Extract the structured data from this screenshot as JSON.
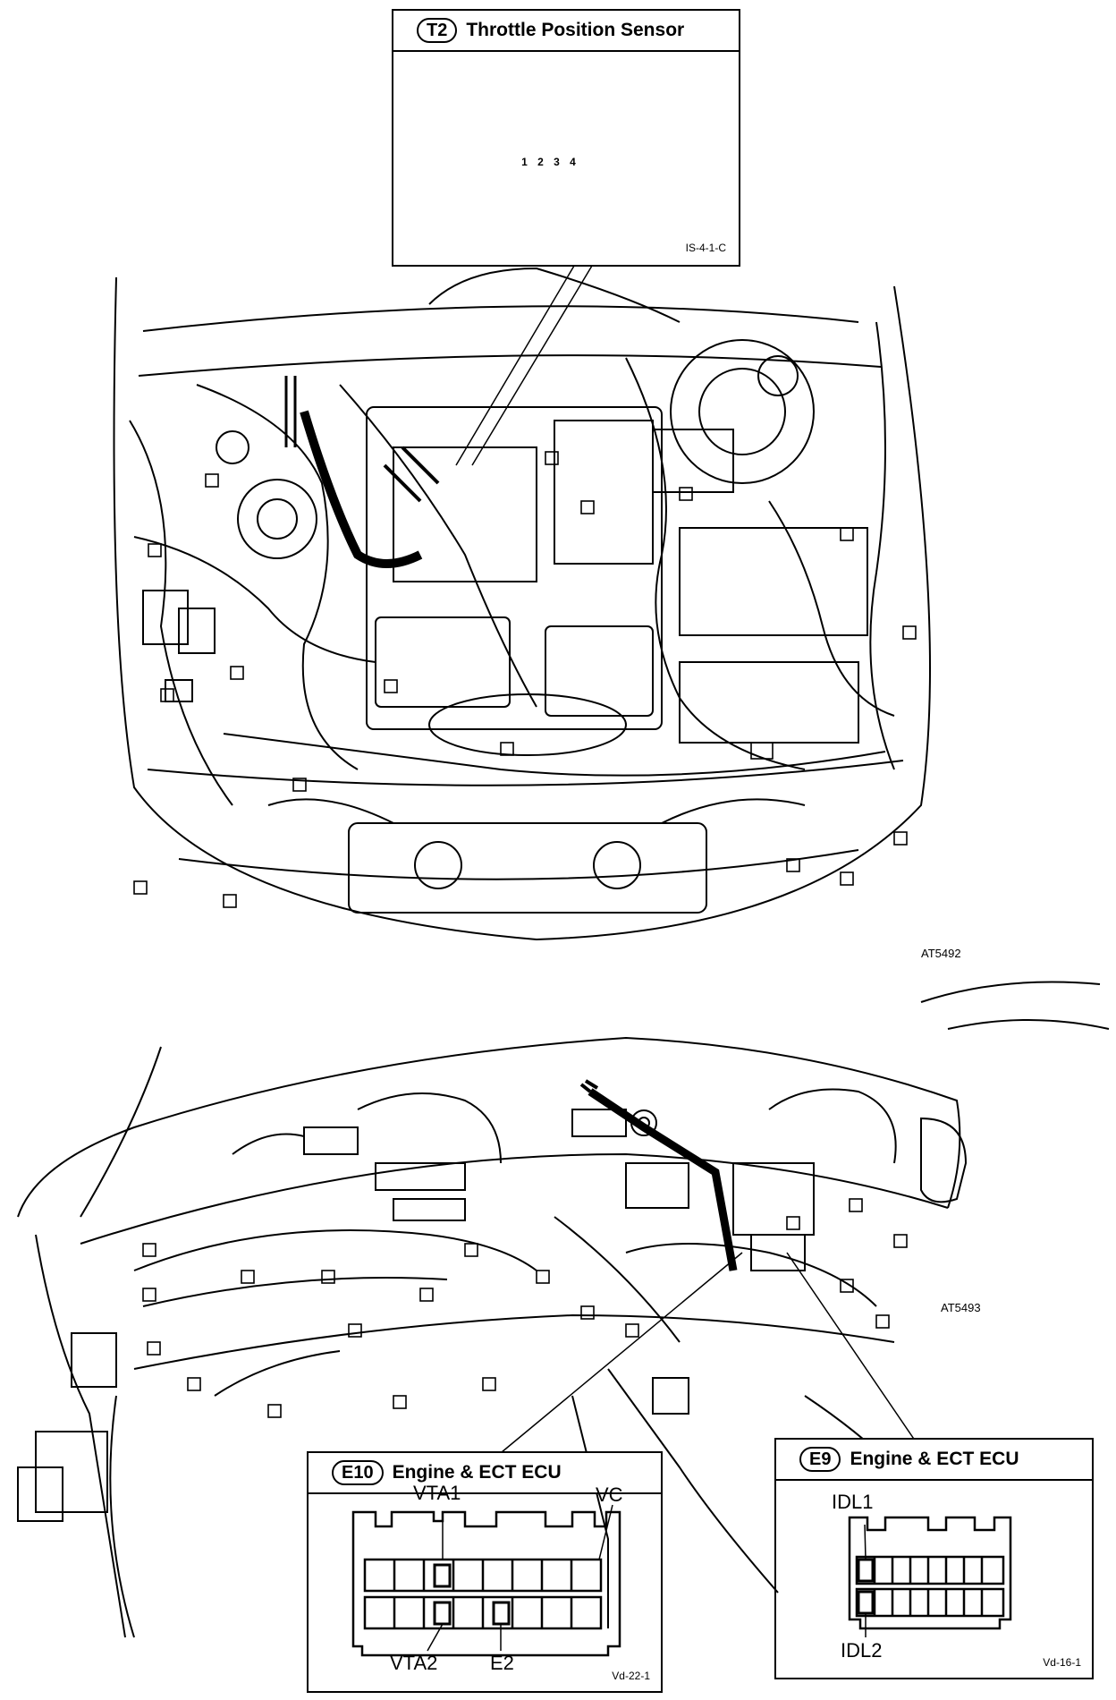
{
  "t2": {
    "code": "T2",
    "title": "Throttle Position Sensor",
    "pins": [
      "1",
      "2",
      "3",
      "4"
    ],
    "ref": "IS-4-1-C"
  },
  "e10": {
    "code": "E10",
    "title": "Engine & ECT ECU",
    "labels": {
      "vta1": "VTA1",
      "vc": "VC",
      "vta2": "VTA2",
      "e2": "E2"
    },
    "ref": "Vd-22-1"
  },
  "e9": {
    "code": "E9",
    "title": "Engine & ECT ECU",
    "labels": {
      "idl1": "IDL1",
      "idl2": "IDL2"
    },
    "ref": "Vd-16-1"
  },
  "figures": {
    "engine": "AT5492",
    "dash": "AT5493"
  }
}
